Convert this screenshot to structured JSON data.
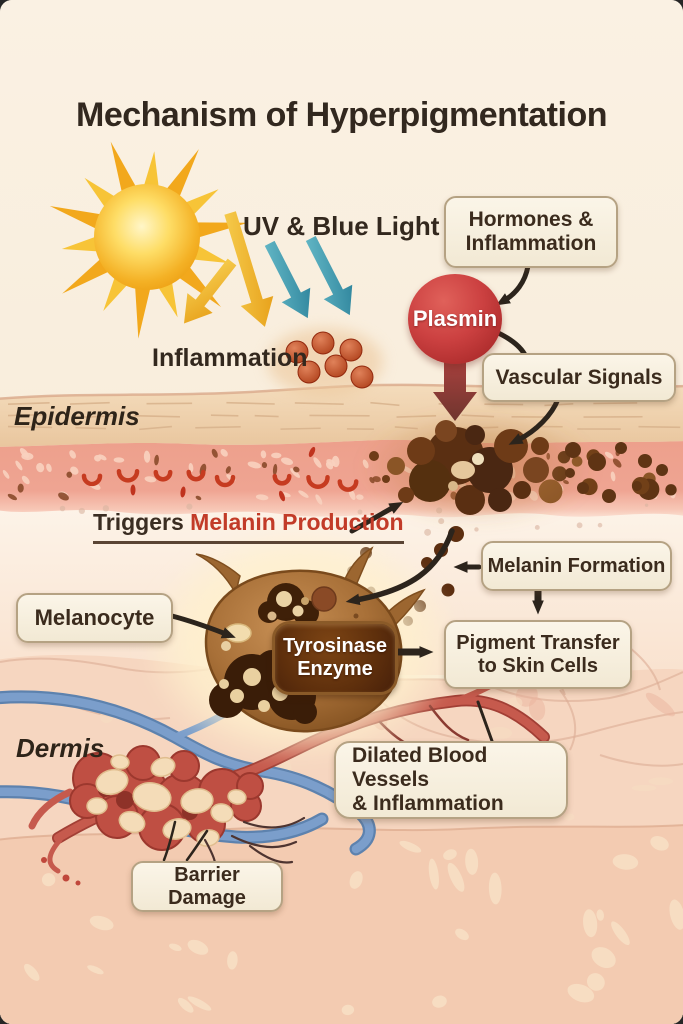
{
  "title": "Mechanism of Hyperpigmentation",
  "labels": {
    "uv_blue_light": "UV & Blue Light",
    "inflammation": "Inflammation",
    "plasmin": "Plasmin",
    "epidermis": "Epidermis",
    "dermis": "Dermis",
    "triggers_prefix": "Triggers ",
    "triggers_highlight": "Melanin Production"
  },
  "callouts": {
    "hormones_inflammation": {
      "line1": "Hormones &",
      "line2": "Inflammation"
    },
    "vascular_signals": "Vascular Signals",
    "melanin_formation": "Melanin Formation",
    "melanocyte": "Melanocyte",
    "tyrosinase_enzyme": {
      "line1": "Tyrosinase",
      "line2": "Enzyme"
    },
    "pigment_transfer": {
      "line1": "Pigment Transfer",
      "line2": "to Skin Cells"
    },
    "dilated_vessels": {
      "line1": "Dilated Blood Vessels",
      "line2": "& Inflammation"
    },
    "barrier_damage": "Barrier Damage"
  },
  "colors": {
    "background": "#f9efe0",
    "title_text": "#32281f",
    "label_text": "#33281e",
    "highlight_red": "#c23b28",
    "plasmin_red": "#c43b38",
    "callout_bg": "#faf3e3",
    "callout_border": "#b5a283",
    "tyrosinase_bg": "#5a2d0e",
    "sun_yellow": "#f5b82a",
    "uv_arrow_yellow": "#eeb02c",
    "uv_arrow_teal": "#3d9cb0",
    "epidermis_band": "#efa18d",
    "melanin_brown": "#5a2f12",
    "vessel_red": "#c3564a",
    "vessel_blue": "#6f96c4",
    "arrow_black": "#2c241c"
  }
}
